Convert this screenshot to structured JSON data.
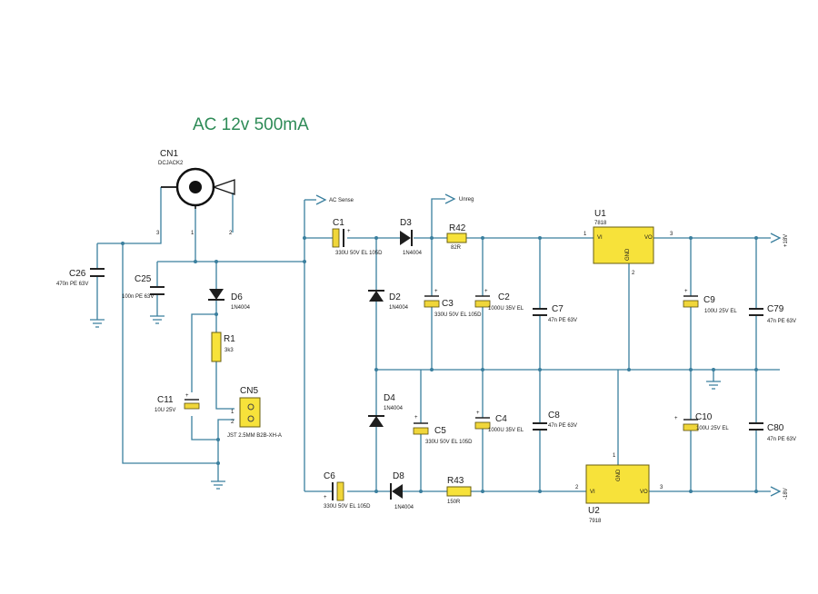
{
  "title": "AC 12v 500mA",
  "colors": {
    "wire": "#3a7f9e",
    "title": "#2e8b57",
    "component": "#f7e23a"
  },
  "connector_cn1": {
    "ref": "CN1",
    "part": "DCJACK2",
    "pins": [
      "1",
      "2",
      "3"
    ]
  },
  "connector_cn5": {
    "ref": "CN5",
    "part": "JST 2.5MM B2B-XH-A",
    "pins": [
      "1",
      "2"
    ]
  },
  "nets": {
    "ac_sense": "AC Sense",
    "unreg": "Unreg",
    "pos18": "+18V",
    "neg18": "-18V"
  },
  "components": {
    "c26": {
      "ref": "C26",
      "value": "470n PE 63V"
    },
    "c25": {
      "ref": "C25",
      "value": "100n PE 63V"
    },
    "d6": {
      "ref": "D6",
      "value": "1N4004"
    },
    "r1": {
      "ref": "R1",
      "value": "3k3"
    },
    "c11": {
      "ref": "C11",
      "value": "10U 25V"
    },
    "c1": {
      "ref": "C1",
      "value": "330U 50V EL 105D"
    },
    "c6": {
      "ref": "C6",
      "value": "330U 50V EL 105D"
    },
    "d2": {
      "ref": "D2",
      "value": "1N4004"
    },
    "d4": {
      "ref": "D4",
      "value": "1N4004"
    },
    "d3": {
      "ref": "D3",
      "value": "1N4004"
    },
    "d8": {
      "ref": "D8",
      "value": "1N4004"
    },
    "c3": {
      "ref": "C3",
      "value": "330U 50V EL 105D"
    },
    "c5": {
      "ref": "C5",
      "value": "330U 50V EL 105D"
    },
    "r42": {
      "ref": "R42",
      "value": "82R"
    },
    "r43": {
      "ref": "R43",
      "value": "150R"
    },
    "c2": {
      "ref": "C2",
      "value": "1000U 35V EL"
    },
    "c4": {
      "ref": "C4",
      "value": "1000U 35V EL"
    },
    "c7": {
      "ref": "C7",
      "value": "47n PE 63V"
    },
    "c8": {
      "ref": "C8",
      "value": "47n PE 63V"
    },
    "u1": {
      "ref": "U1",
      "value": "7818",
      "pin_vi": "VI",
      "pin_vo": "VO",
      "pin_gnd": "GND",
      "pin1": "1",
      "pin2": "2",
      "pin3": "3"
    },
    "u2": {
      "ref": "U2",
      "value": "7918",
      "pin_vi": "VI",
      "pin_vo": "VO",
      "pin_gnd": "GND",
      "pin1": "1",
      "pin2": "2",
      "pin3": "3"
    },
    "c9": {
      "ref": "C9",
      "value": "100U 25V EL"
    },
    "c10": {
      "ref": "C10",
      "value": "100U 25V EL"
    },
    "c79": {
      "ref": "C79",
      "value": "47n PE 63V"
    },
    "c80": {
      "ref": "C80",
      "value": "47n PE 63V"
    }
  },
  "polarity_mark": "+"
}
